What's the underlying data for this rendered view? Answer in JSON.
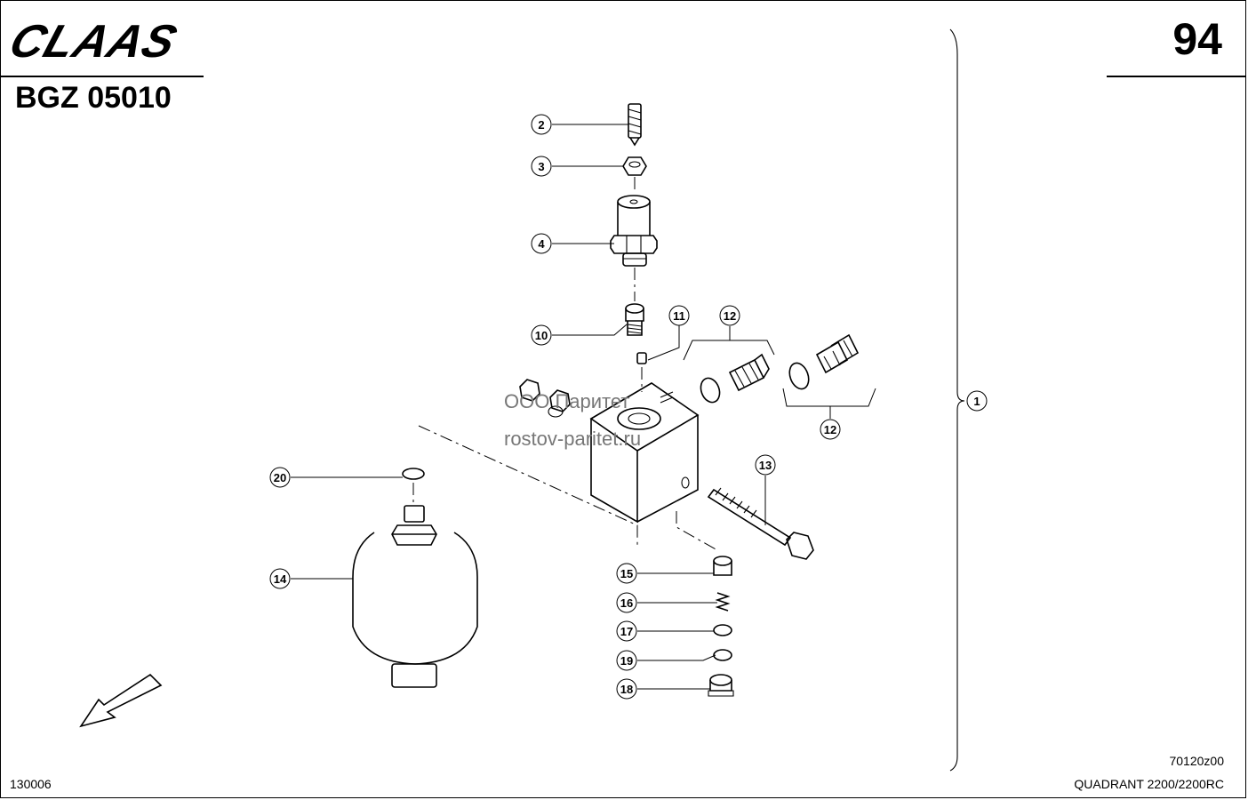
{
  "header": {
    "logo_text": "CLAAS",
    "doc_code": "BGZ 05010",
    "page_number": "94"
  },
  "watermark": {
    "line1": "ООО Паритет",
    "line2": "rostov-paritet.ru"
  },
  "footer": {
    "left_code": "130006",
    "drawing_code": "70120z00",
    "model": "QUADRANT 2200/2200RC"
  },
  "callouts": {
    "c1": "1",
    "c2": "2",
    "c3": "3",
    "c4": "4",
    "c10": "10",
    "c11": "11",
    "c12a": "12",
    "c12b": "12",
    "c13": "13",
    "c14": "14",
    "c15": "15",
    "c16": "16",
    "c17": "17",
    "c18": "18",
    "c19": "19",
    "c20": "20"
  },
  "icons": {
    "logo": "claas-logo",
    "direction": "direction-arrow-icon"
  }
}
